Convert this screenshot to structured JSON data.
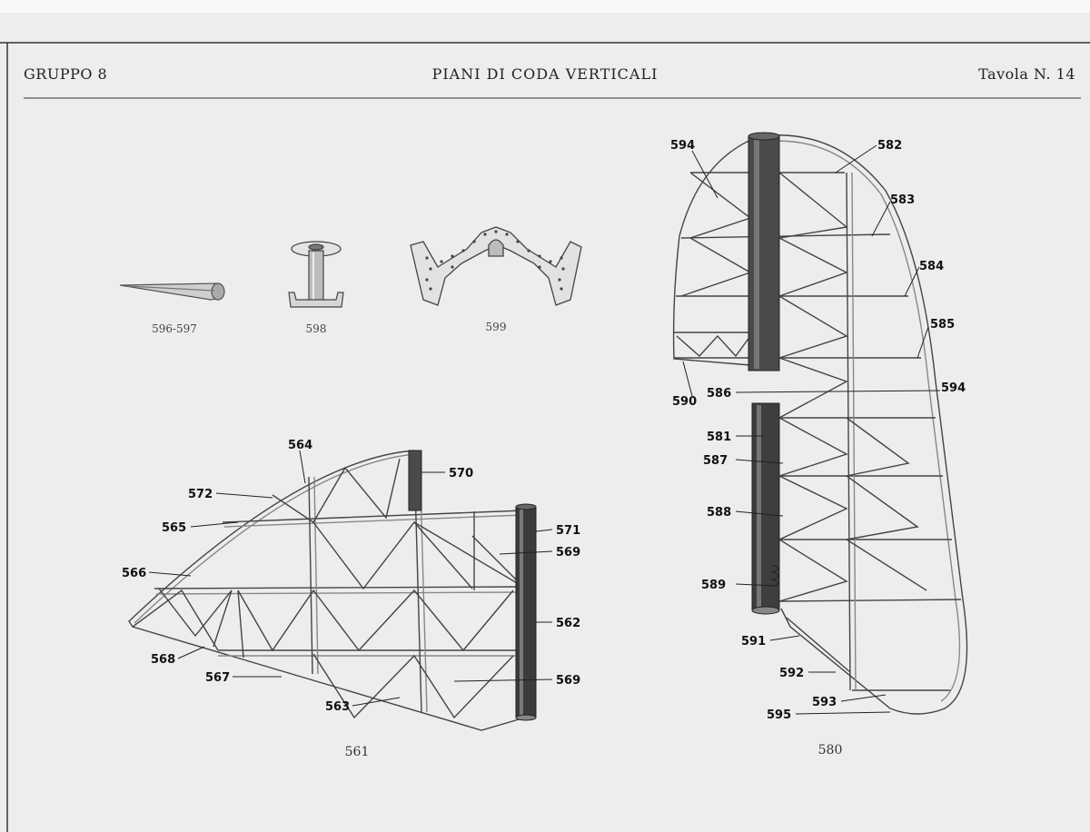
{
  "header": {
    "group": "GRUPPO 8",
    "title": "PIANI DI CODA VERTICALI",
    "plate": "Tavola N. 14"
  },
  "parts_small": {
    "p596": "596-597",
    "p598": "598",
    "p599": "599"
  },
  "fin": {
    "caption": "561",
    "callouts": [
      "564",
      "570",
      "572",
      "565",
      "571",
      "569",
      "566",
      "562",
      "568",
      "567",
      "569",
      "563"
    ]
  },
  "rudder": {
    "caption": "580",
    "callouts": [
      "594",
      "582",
      "583",
      "584",
      "585",
      "590",
      "586",
      "594",
      "581",
      "587",
      "588",
      "589",
      "591",
      "592",
      "593",
      "595"
    ]
  }
}
